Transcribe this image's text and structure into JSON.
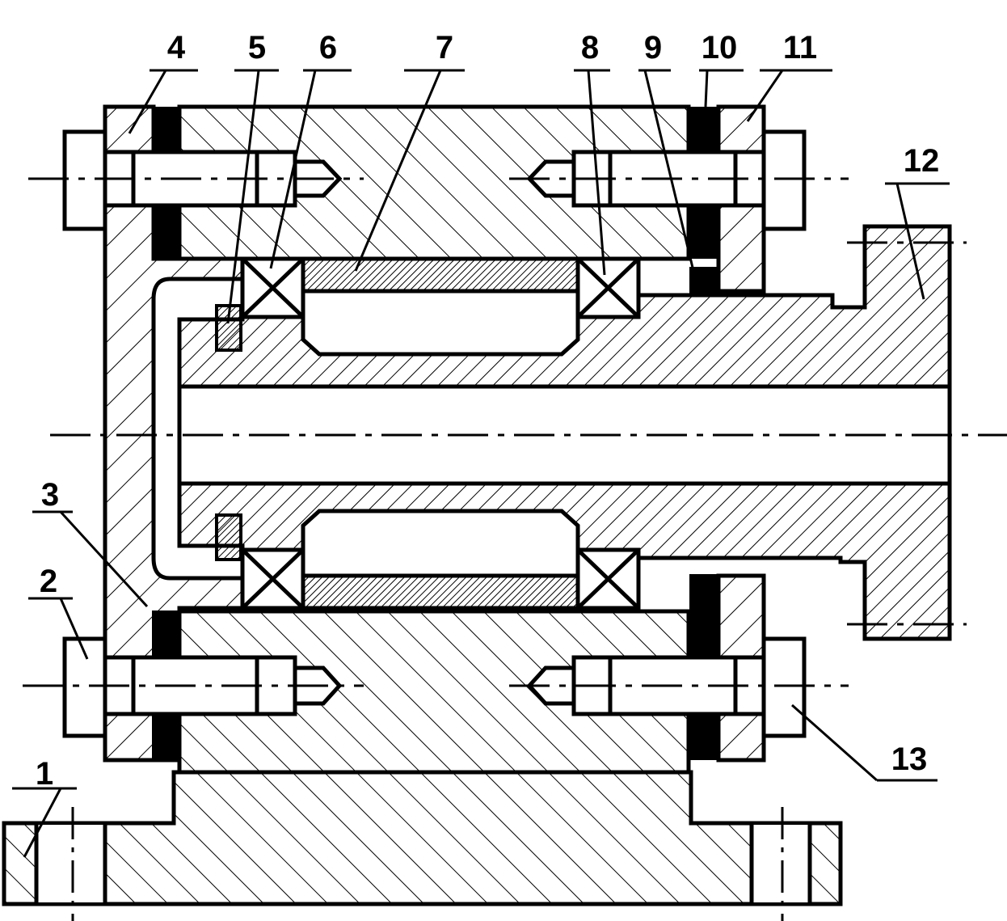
{
  "callouts": [
    "1",
    "2",
    "3",
    "4",
    "5",
    "6",
    "7",
    "8",
    "9",
    "10",
    "11",
    "12",
    "13"
  ],
  "colors": {
    "line": "#000000",
    "background": "#ffffff",
    "gasket": "#000000"
  }
}
